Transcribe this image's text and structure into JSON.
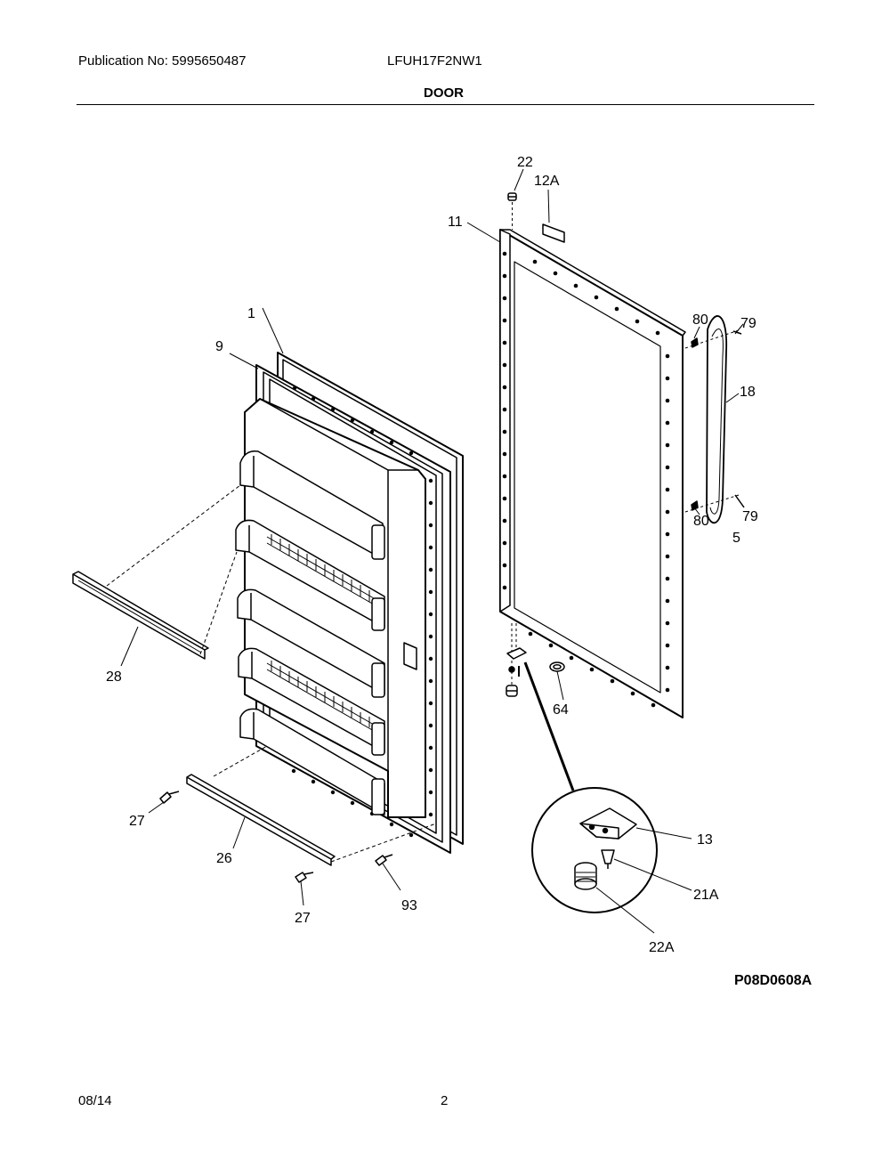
{
  "header": {
    "publication": "Publication No: 5995650487",
    "model": "LFUH17F2NW1",
    "section_title": "DOOR"
  },
  "diagram": {
    "drawing_code": "P08D0608A",
    "part_labels": {
      "p22": "22",
      "p12a": "12A",
      "p11": "11",
      "p1": "1",
      "p9": "9",
      "p80a": "80",
      "p79a": "79",
      "p18": "18",
      "p80b": "80",
      "p79b": "79",
      "p5": "5",
      "p28": "28",
      "p64": "64",
      "p27a": "27",
      "p26": "26",
      "p27b": "27",
      "p93": "93",
      "p13": "13",
      "p21a": "21A",
      "p22a": "22A"
    }
  },
  "footer": {
    "date": "08/14",
    "page": "2"
  }
}
